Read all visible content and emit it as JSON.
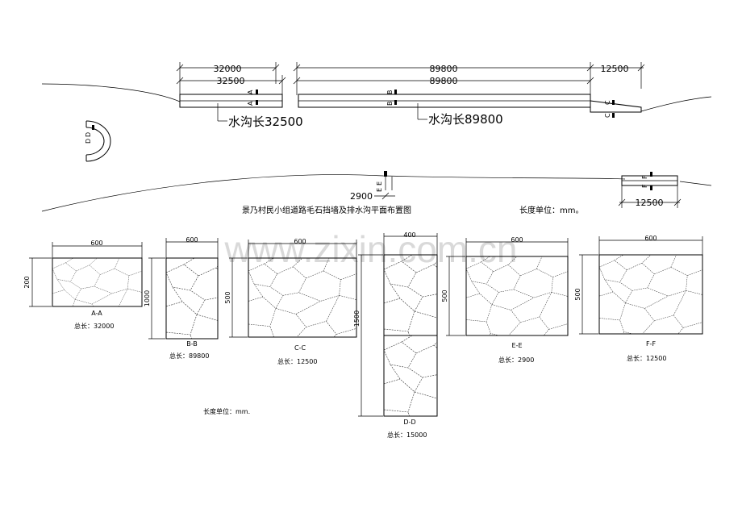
{
  "watermark": "www.zixin.com.cn",
  "plan": {
    "title": "景乃村民小组道路毛石挡墙及排水沟平面布置图",
    "unit_note": "长度单位：mm。",
    "dims": {
      "d_32000": "32000",
      "d_32500": "32500",
      "d_89800_top": "89800",
      "d_89800_bottom": "89800",
      "d_12500_top": "12500",
      "d_2900": "2900",
      "d_12500_right": "12500"
    },
    "ditch_labels": {
      "left": "水沟长32500",
      "middle": "水沟长89800"
    },
    "cut_marks": {
      "a": "A",
      "b": "B",
      "c": "C",
      "d": "D",
      "e": "E",
      "f": "F"
    }
  },
  "sections": [
    {
      "name": "A-A",
      "width": "600",
      "height": "200",
      "total": "总长：32000"
    },
    {
      "name": "B-B",
      "width": "600",
      "height": "1000",
      "total": "总长：89800"
    },
    {
      "name": "C-C",
      "width": "600",
      "height": "500",
      "total": "总长：12500"
    },
    {
      "name": "D-D",
      "width": "400",
      "height": "1500",
      "total": "总长：15000"
    },
    {
      "name": "E-E",
      "width": "600",
      "height": "500",
      "total": "总长：2900"
    },
    {
      "name": "F-F",
      "width": "600",
      "height": "500",
      "total": "总长：12500"
    }
  ],
  "bottom_unit_note": "长度单位：mm."
}
